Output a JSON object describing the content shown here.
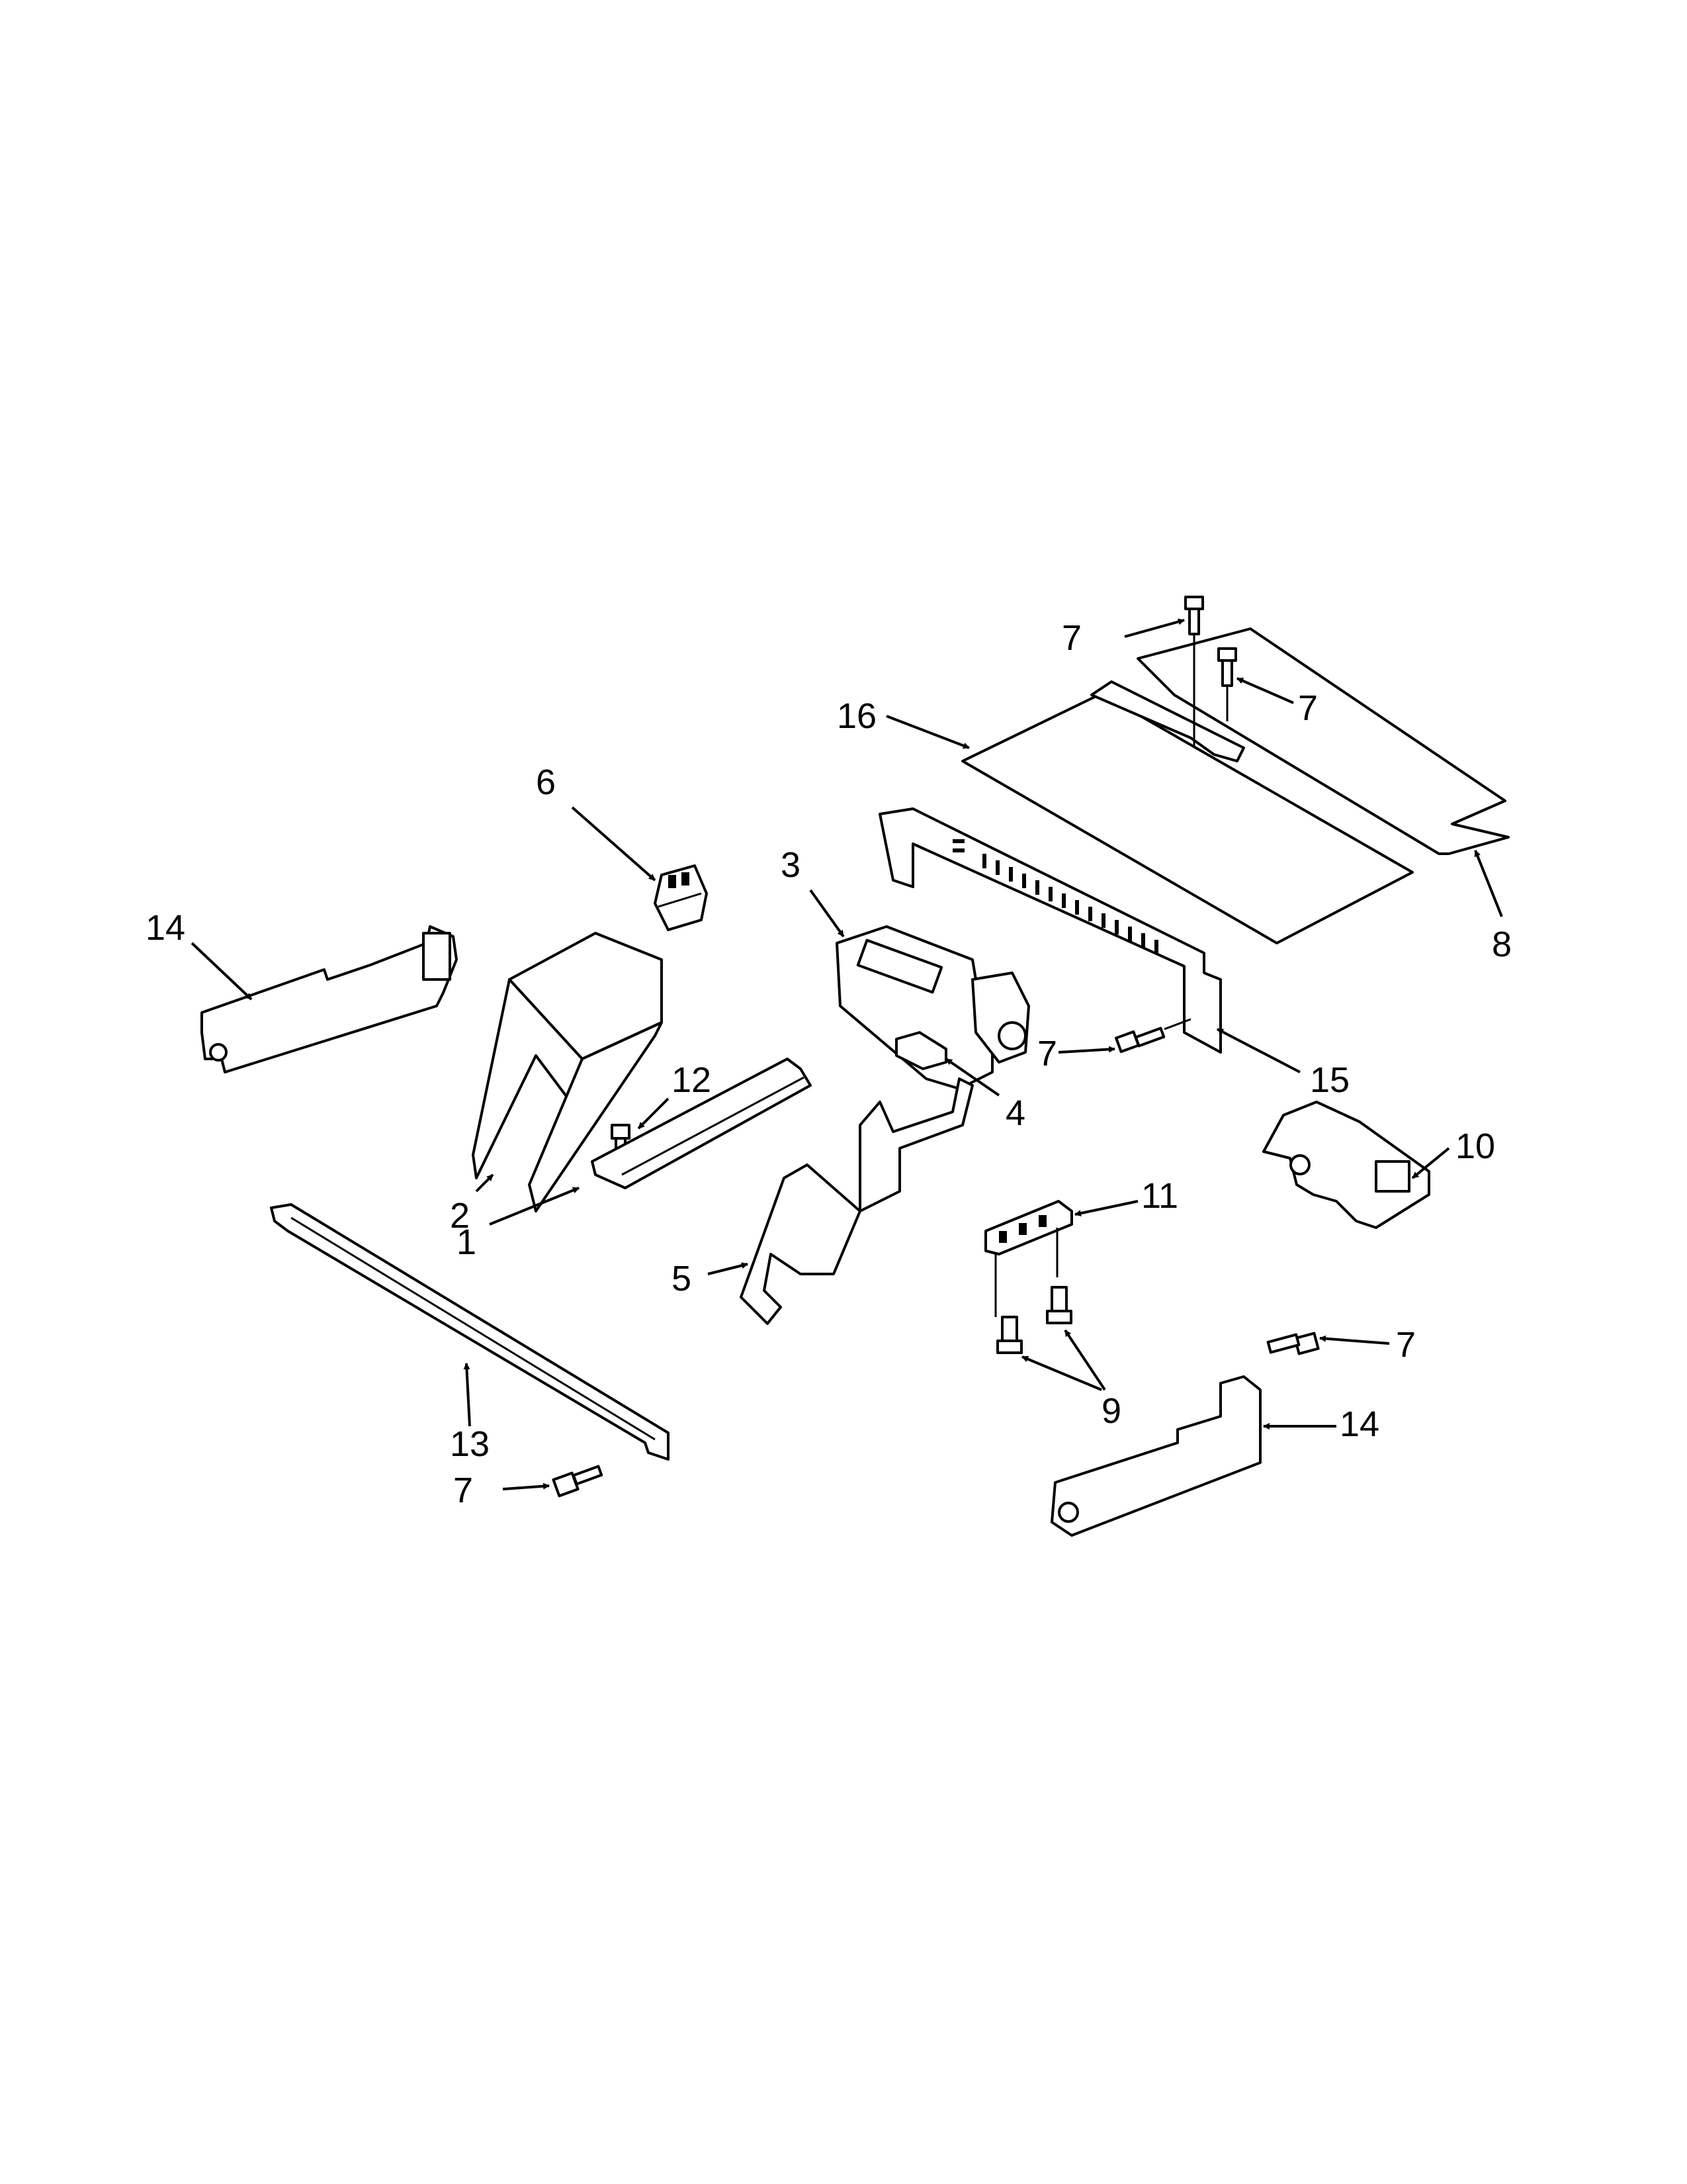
{
  "callouts": [
    {
      "id": "c7a",
      "text": "7"
    },
    {
      "id": "c7b",
      "text": "7"
    },
    {
      "id": "c16",
      "text": "16"
    },
    {
      "id": "c8",
      "text": "8"
    },
    {
      "id": "c6",
      "text": "6"
    },
    {
      "id": "c3",
      "text": "3"
    },
    {
      "id": "c14a",
      "text": "14"
    },
    {
      "id": "c12",
      "text": "12"
    },
    {
      "id": "c7c",
      "text": "7"
    },
    {
      "id": "c15",
      "text": "15"
    },
    {
      "id": "c4",
      "text": "4"
    },
    {
      "id": "c10",
      "text": "10"
    },
    {
      "id": "c2",
      "text": "2"
    },
    {
      "id": "c1",
      "text": "1"
    },
    {
      "id": "c11",
      "text": "11"
    },
    {
      "id": "c5",
      "text": "5"
    },
    {
      "id": "c7d",
      "text": "7"
    },
    {
      "id": "c9",
      "text": "9"
    },
    {
      "id": "c14b",
      "text": "14"
    },
    {
      "id": "c13",
      "text": "13"
    },
    {
      "id": "c7e",
      "text": "7"
    }
  ]
}
